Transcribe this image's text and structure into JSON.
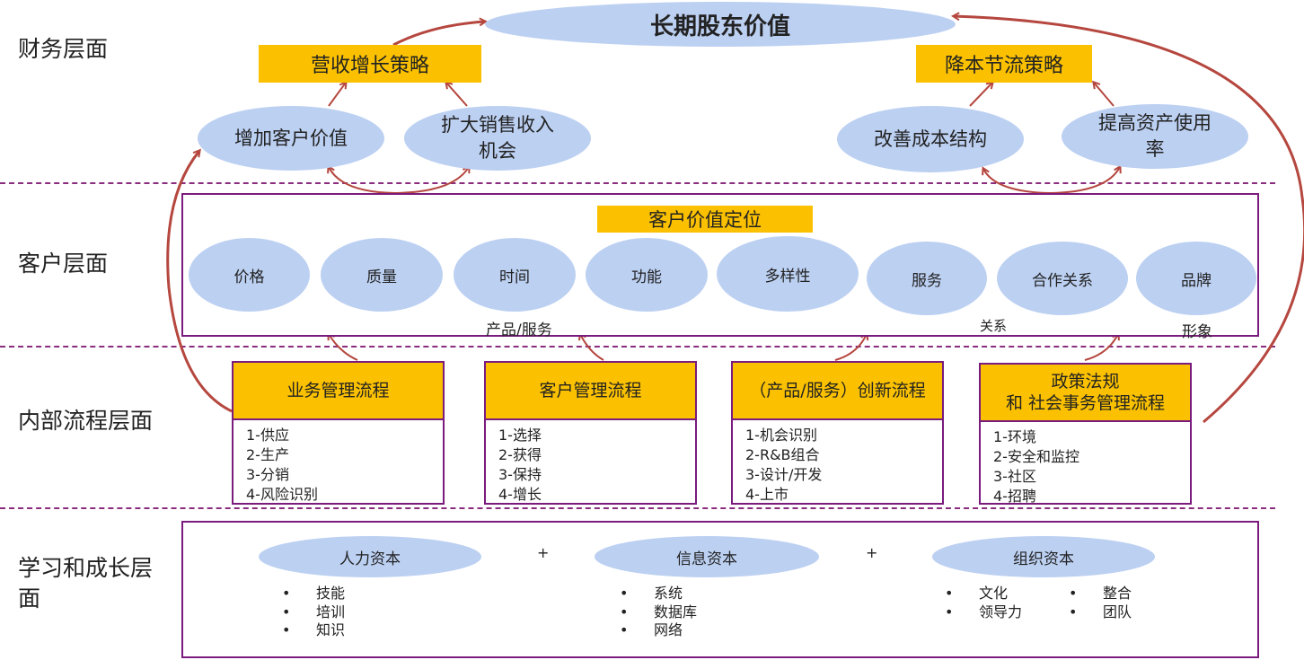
{
  "layers": {
    "financial": "财务层面",
    "customer": "客户层面",
    "internal": "内部流程层面",
    "learning": "学习和成长层面"
  },
  "financial": {
    "goal": "长期股东价值",
    "revenue_strategy": "营收增长策略",
    "cost_strategy": "降本节流策略",
    "increase_customer_value": "增加客户价值",
    "expand_sales": "扩大销售收入机会",
    "improve_cost": "改善成本结构",
    "asset_usage": "提高资产使用率"
  },
  "customer": {
    "title": "客户价值定位",
    "attributes": [
      "价格",
      "质量",
      "时间",
      "功能",
      "多样性",
      "服务",
      "合作关系",
      "品牌"
    ],
    "group_product": "产品/服务",
    "group_relation": "关系",
    "group_image": "形象"
  },
  "processes": [
    {
      "title": "业务管理流程",
      "items": [
        "1-供应",
        "2-生产",
        "3-分销",
        "4-风险识别"
      ]
    },
    {
      "title": "客户管理流程",
      "items": [
        "1-选择",
        "2-获得",
        "3-保持",
        "4-增长"
      ]
    },
    {
      "title": "（产品/服务）创新流程",
      "items": [
        "1-机会识别",
        "2-R&B组合",
        "3-设计/开发",
        "4-上市"
      ]
    },
    {
      "title": "政策法规\n和 社会事务管理流程",
      "items": [
        "1-环境",
        "2-安全和监控",
        "3-社区",
        "4-招聘"
      ]
    }
  ],
  "learning": {
    "human": {
      "title": "人力资本",
      "items": [
        "技能",
        "培训",
        "知识"
      ]
    },
    "info": {
      "title": "信息资本",
      "items": [
        "系统",
        "数据库",
        "网络"
      ]
    },
    "org": {
      "title": "组织资本",
      "items_left": [
        "文化",
        "领导力"
      ],
      "items_right": [
        "整合",
        "团队"
      ]
    },
    "plus": "+"
  },
  "colors": {
    "ellipse": "#bcd0f2",
    "orange": "#fbc100",
    "border": "#7a1b7d",
    "arrow": "#b5473f"
  }
}
